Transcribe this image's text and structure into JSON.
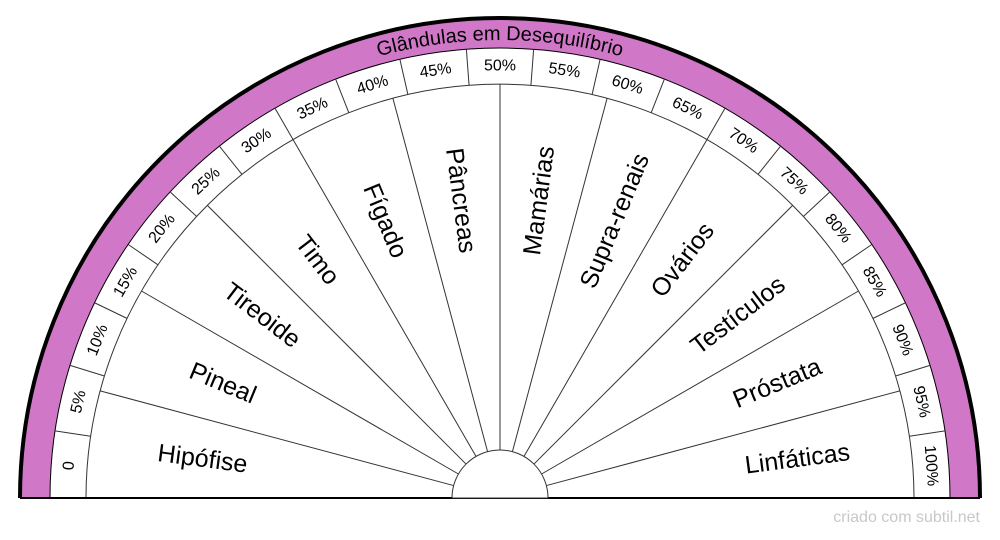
{
  "title": "Glândulas em Desequilíbrio",
  "glands": [
    "Hipófise",
    "Pineal",
    "Tireoide",
    "Timo",
    "Fígado",
    "Pâncreas",
    "Mamárias",
    "Supra-renais",
    "Ovários",
    "Testículos",
    "Próstata",
    "Linfáticas"
  ],
  "percent_labels": [
    "0",
    "5%",
    "10%",
    "15%",
    "20%",
    "25%",
    "30%",
    "35%",
    "40%",
    "45%",
    "50%",
    "55%",
    "60%",
    "65%",
    "70%",
    "75%",
    "80%",
    "85%",
    "90%",
    "95%",
    "100%"
  ],
  "credit": "criado com subtil.net",
  "colors": {
    "band": "#d077c8",
    "outline": "#000000",
    "lines": "#333333",
    "credit": "#c8c8c8"
  }
}
